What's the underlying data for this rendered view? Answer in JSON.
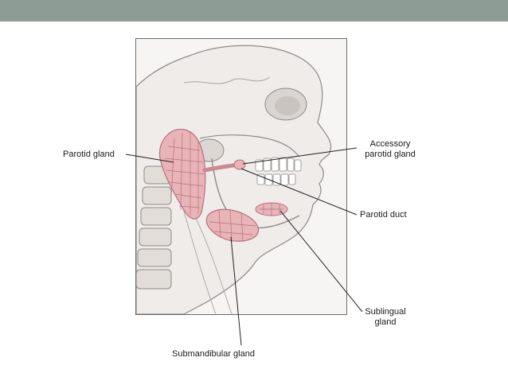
{
  "header": {
    "bar_color": "#8c9b93"
  },
  "figure": {
    "labels": {
      "parotid_gland": "Parotid gland",
      "accessory_line1": "Accessory",
      "accessory_line2": "parotid gland",
      "parotid_duct": "Parotid duct",
      "sublingual_line1": "Sublingual",
      "sublingual_line2": "gland",
      "submandibular_gland": "Submandibular gland"
    },
    "colors": {
      "gland_fill": "#e8b4b8",
      "gland_stroke": "#b5707a",
      "bone": "#e9e6e3",
      "outline": "#8d8a87",
      "leader": "#222222"
    }
  }
}
